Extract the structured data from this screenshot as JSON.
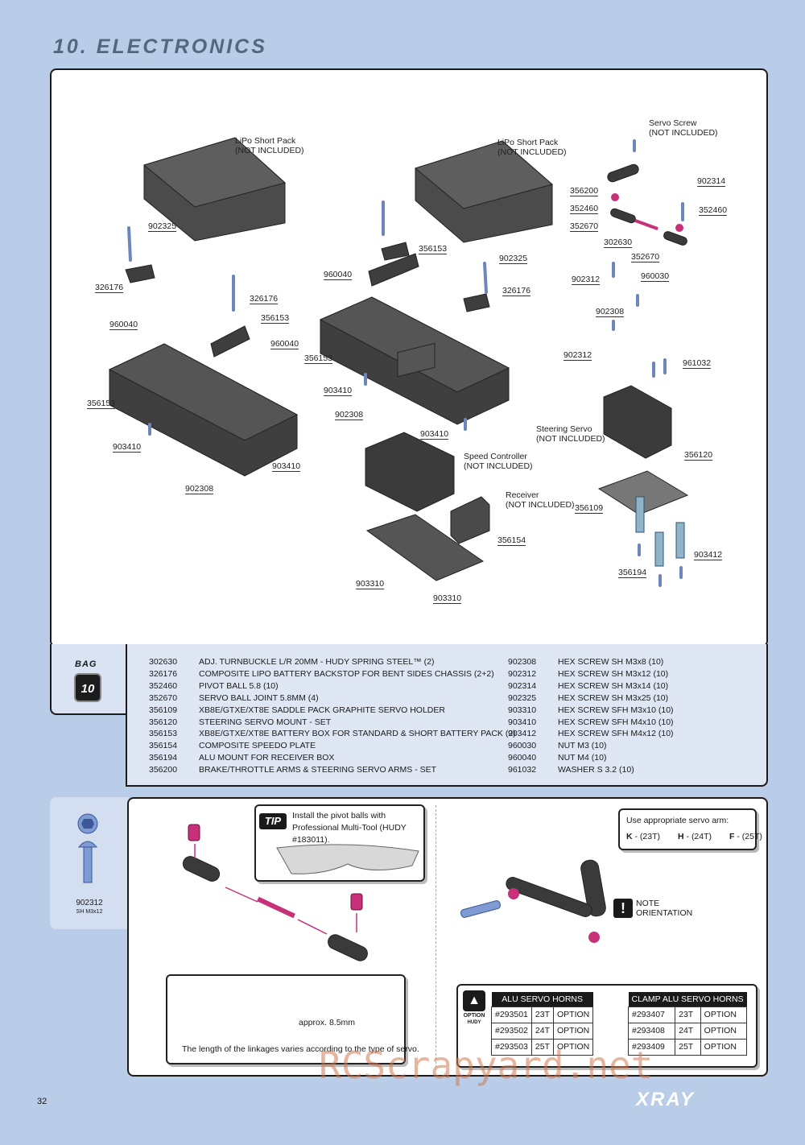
{
  "section": {
    "title": "10. ELECTRONICS"
  },
  "diagram": {
    "callouts": [
      {
        "text": "LiPo Short Pack",
        "sub": "(NOT INCLUDED)"
      },
      {
        "text": "LiPo Short Pack",
        "sub": "(NOT INCLUDED)"
      },
      {
        "text": "Servo Screw",
        "sub": "(NOT INCLUDED)"
      },
      {
        "text": "902325"
      },
      {
        "text": "326176"
      },
      {
        "text": "960040"
      },
      {
        "text": "326176"
      },
      {
        "text": "356153"
      },
      {
        "text": "960040"
      },
      {
        "text": "356153"
      },
      {
        "text": "903410"
      },
      {
        "text": "902308"
      },
      {
        "text": "903410"
      },
      {
        "text": "960040"
      },
      {
        "text": "356153"
      },
      {
        "text": "356153"
      },
      {
        "text": "903410"
      },
      {
        "text": "902308"
      },
      {
        "text": "902325"
      },
      {
        "text": "326176"
      },
      {
        "text": "903410"
      },
      {
        "text": "356200"
      },
      {
        "text": "352460"
      },
      {
        "text": "352670"
      },
      {
        "text": "302630"
      },
      {
        "text": "902314"
      },
      {
        "text": "352460"
      },
      {
        "text": "352670"
      },
      {
        "text": "902312"
      },
      {
        "text": "960030"
      },
      {
        "text": "902308"
      },
      {
        "text": "902312"
      },
      {
        "text": "961032"
      },
      {
        "text": "Steering Servo",
        "sub": "(NOT INCLUDED)"
      },
      {
        "text": "356120"
      },
      {
        "text": "356109"
      },
      {
        "text": "903412"
      },
      {
        "text": "356194"
      },
      {
        "text": "Speed Controller",
        "sub": "(NOT INCLUDED)"
      },
      {
        "text": "Receiver",
        "sub": "(NOT INCLUDED)"
      },
      {
        "text": "356154"
      },
      {
        "text": "903310"
      },
      {
        "text": "903310"
      }
    ]
  },
  "bag": {
    "label": "BAG",
    "number": "10"
  },
  "parts_left": [
    {
      "code": "302630",
      "desc": "ADJ. TURNBUCKLE L/R 20MM  - HUDY SPRING STEEL™ (2)"
    },
    {
      "code": "326176",
      "desc": "COMPOSITE LIPO BATTERY BACKSTOP FOR BENT SIDES CHASSIS (2+2)"
    },
    {
      "code": "352460",
      "desc": "PIVOT BALL 5.8 (10)"
    },
    {
      "code": "352670",
      "desc": "SERVO BALL JOINT  5.8MM (4)"
    },
    {
      "code": "356109",
      "desc": "XB8E/GTXE/XT8E SADDLE PACK GRAPHITE SERVO HOLDER"
    },
    {
      "code": "356120",
      "desc": "STEERING SERVO MOUNT - SET"
    },
    {
      "code": "356153",
      "desc": "XB8E/GTXE/XT8E BATTERY BOX FOR STANDARD & SHORT BATTERY PACK (2)"
    },
    {
      "code": "356154",
      "desc": "COMPOSITE SPEEDO PLATE"
    },
    {
      "code": "356194",
      "desc": "ALU MOUNT FOR RECEIVER BOX"
    },
    {
      "code": "356200",
      "desc": "BRAKE/THROTTLE ARMS & STEERING SERVO ARMS - SET"
    }
  ],
  "parts_right": [
    {
      "code": "902308",
      "desc": "HEX SCREW  SH M3x8  (10)"
    },
    {
      "code": "902312",
      "desc": "HEX SCREW  SH M3x12 (10)"
    },
    {
      "code": "902314",
      "desc": "HEX SCREW  SH M3x14 (10)"
    },
    {
      "code": "902325",
      "desc": "HEX SCREW  SH M3x25 (10)"
    },
    {
      "code": "903310",
      "desc": "HEX SCREW  SFH M3x10 (10)"
    },
    {
      "code": "903410",
      "desc": "HEX SCREW  SFH M4x10 (10)"
    },
    {
      "code": "903412",
      "desc": "HEX SCREW  SFH M4x12 (10)"
    },
    {
      "code": "960030",
      "desc": "NUT M3 (10)"
    },
    {
      "code": "960040",
      "desc": "NUT M4 (10)"
    },
    {
      "code": "961032",
      "desc": "WASHER S 3.2 (10)"
    }
  ],
  "screw": {
    "code": "902312",
    "spec": "SH M3x12"
  },
  "tip": {
    "badge": "TIP",
    "text": "Install the pivot balls with Professional Multi-Tool (HUDY #183011)."
  },
  "linkage": {
    "approx": "approx. 8.5mm",
    "note": "The length of the linkages varies according to the type of servo."
  },
  "servo_arm": {
    "hint": "Use appropriate servo arm:",
    "types": [
      {
        "letter": "K",
        "teeth": " - (23T)"
      },
      {
        "letter": "H",
        "teeth": " - (24T)"
      },
      {
        "letter": "F",
        "teeth": " - (25T)"
      }
    ]
  },
  "note": {
    "icon": "!",
    "line1": "NOTE",
    "line2": "ORIENTATION"
  },
  "option": {
    "label": "OPTION",
    "brand": "HUDY",
    "alu_title": "ALU SERVO HORNS",
    "alu_rows": [
      {
        "code": "#293501",
        "teeth": "23T",
        "opt": "OPTION"
      },
      {
        "code": "#293502",
        "teeth": "24T",
        "opt": "OPTION"
      },
      {
        "code": "#293503",
        "teeth": "25T",
        "opt": "OPTION"
      }
    ],
    "clamp_title": "CLAMP ALU SERVO HORNS",
    "clamp_rows": [
      {
        "code": "#293407",
        "teeth": "23T",
        "opt": "OPTION"
      },
      {
        "code": "#293408",
        "teeth": "24T",
        "opt": "OPTION"
      },
      {
        "code": "#293409",
        "teeth": "25T",
        "opt": "OPTION"
      }
    ]
  },
  "footer": {
    "page": "32",
    "brand": "XRAY",
    "watermark": "RCScrapyard.net"
  },
  "colors": {
    "background": "#b9cce8",
    "part_gray": "#4a4a4a",
    "accent_magenta": "#c8307a",
    "hardware_blue": "#8aa4d6"
  }
}
